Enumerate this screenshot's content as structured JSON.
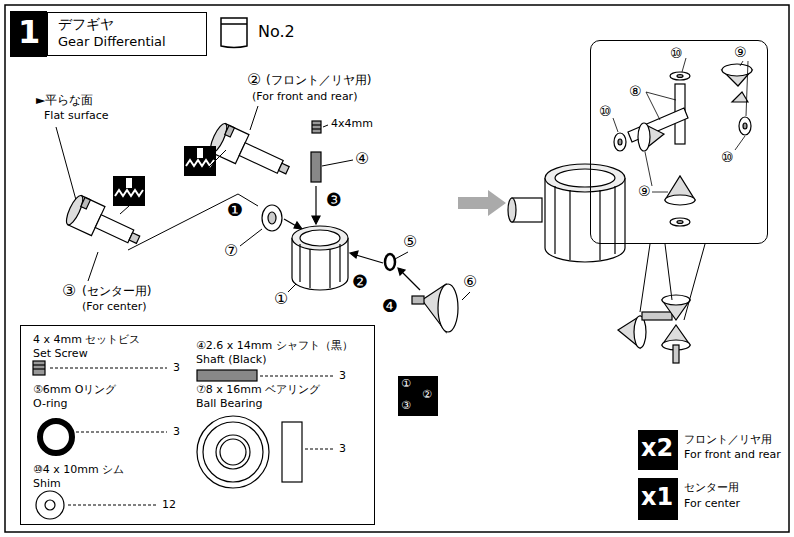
{
  "diagram": {
    "nodes": [
      {
        "text": [
          "1"
        ]
      },
      {
        "text": [
          "デフギヤ",
          "Gear Differential"
        ]
      },
      {
        "text": [
          "No.2"
        ]
      },
      {
        "text": [
          "4 x 4mm セットビス",
          "Set Screw",
          "3",
          "⑤6mm Oリング",
          "O-ring",
          "3",
          "⑩4 x 10mm シム",
          "Shim",
          "12",
          "④2.6 x 14mm シャフト（黒）",
          "Shaft (Black)",
          "3",
          "⑦8 x 16mm ベアリング",
          "Ball Bearing",
          "3"
        ]
      },
      {
        "text": [
          "①",
          "②",
          "③"
        ]
      },
      {
        "text": [
          "x2",
          "フロント／リヤ用",
          "For front and rear"
        ]
      },
      {
        "text": [
          "x1",
          "センター用",
          "For center"
        ]
      },
      {
        "text": [
          "⑩",
          "⑨",
          "⑧",
          "⑩",
          "⑩",
          "⑨"
        ]
      }
    ],
    "labels": [
      "②",
      "(フロント／リヤ用)",
      "(For front and rear)",
      "►平らな面",
      "Flat surface",
      "③",
      "(センター用)",
      "(For center)",
      "4x4mm",
      "④",
      "❸",
      "❶",
      "⑦",
      "①",
      "❷",
      "⑤",
      "❹",
      "⑥"
    ]
  }
}
